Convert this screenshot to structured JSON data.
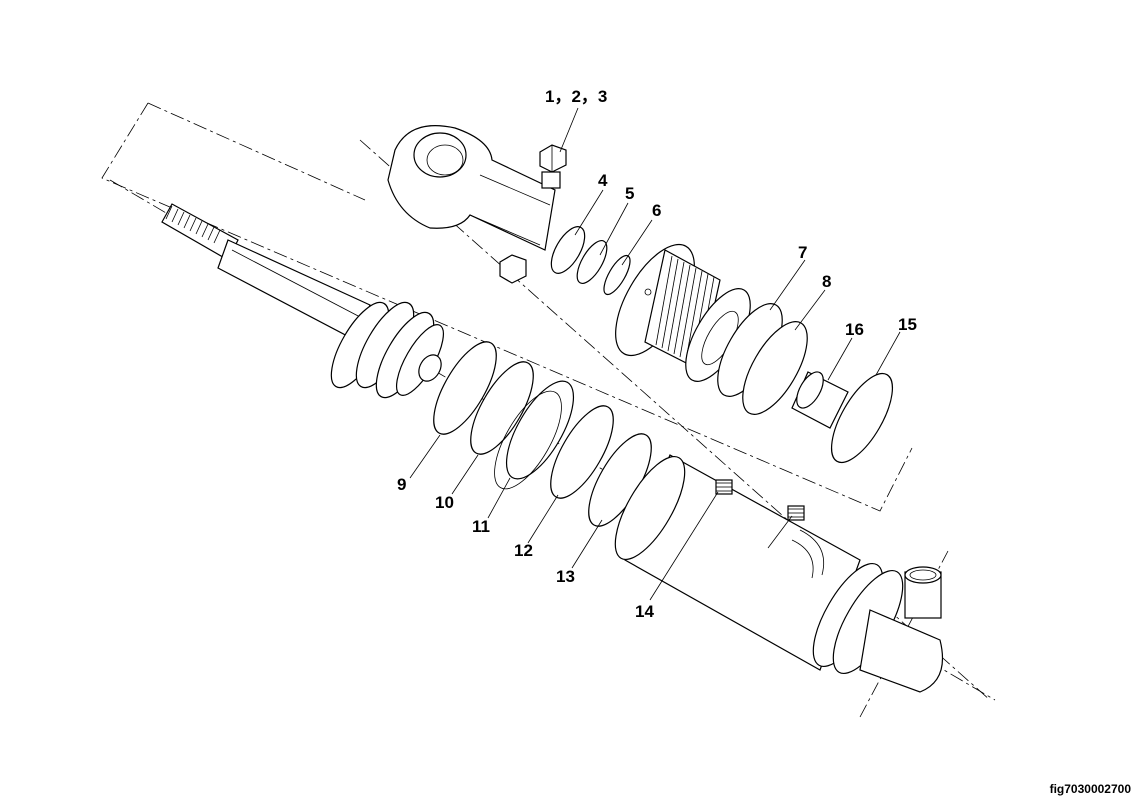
{
  "figure_id": "fig7030002700",
  "callouts": {
    "c123": "1，2，3",
    "c4": "4",
    "c5": "5",
    "c6": "6",
    "c7": "7",
    "c8": "8",
    "c9": "9",
    "c10": "10",
    "c11": "11",
    "c12": "12",
    "c13": "13",
    "c14": "14",
    "c15": "15",
    "c16": "16"
  }
}
